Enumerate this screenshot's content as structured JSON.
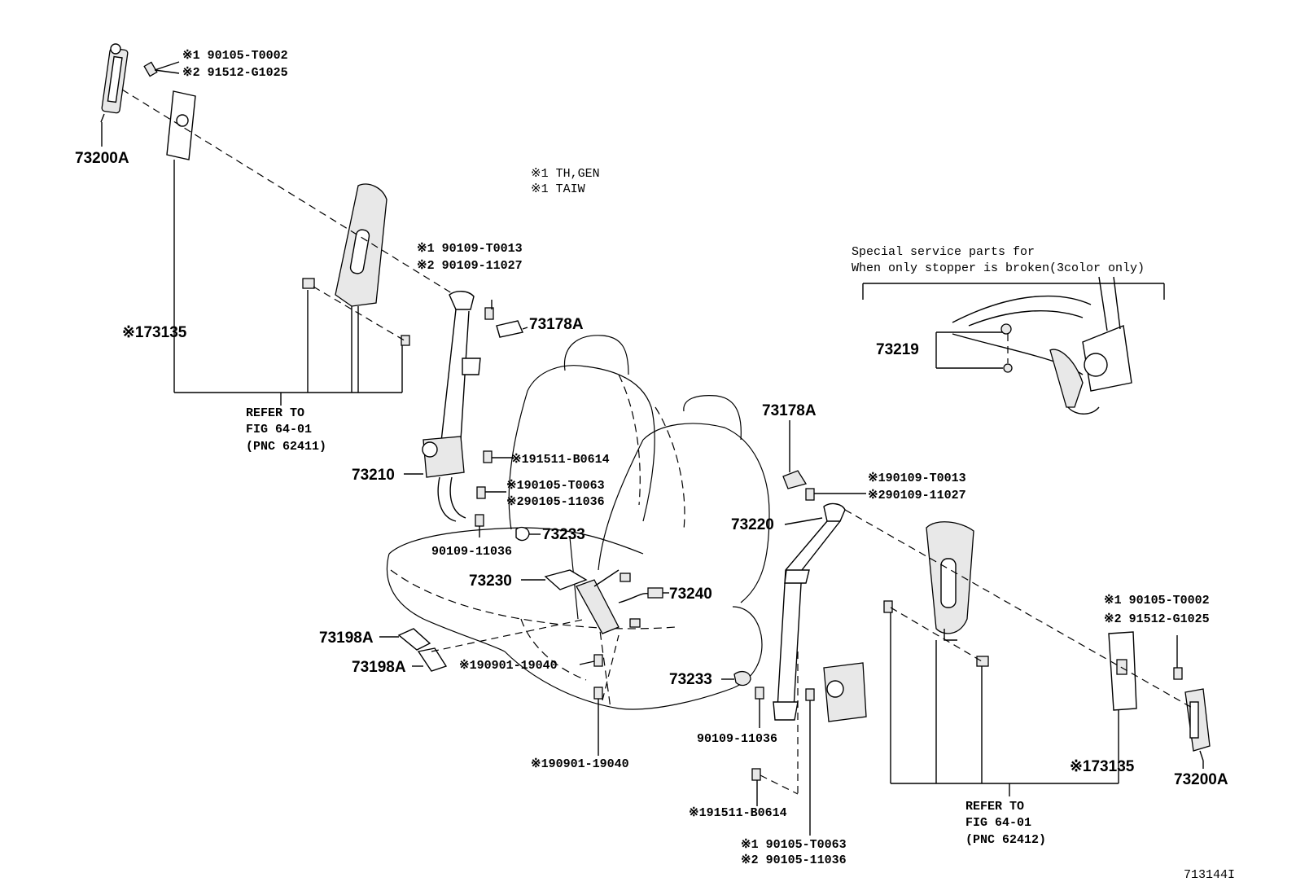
{
  "variants": {
    "v1": "※1 TH,GEN",
    "v2": "※1 TAIW"
  },
  "special_service": {
    "line1": "Special service parts for",
    "line2": "When only stopper is broken(3color only)"
  },
  "callouts": {
    "c73200A_left": "73200A",
    "c73200A_left_n1": "※1 90105-T0002",
    "c73200A_left_n2": "※2 91512-G1025",
    "c73135_left": "※173135",
    "c73178A_left": "73178A",
    "c73178A_left_n1": "※1 90109-T0013",
    "c73178A_left_n2": "※2 90109-11027",
    "refer_left_1": "REFER TO",
    "refer_left_2": "FIG 64-01",
    "refer_left_3": "(PNC 62411)",
    "c73210": "73210",
    "c73210_b1": "※191511-B0614",
    "c73210_b2": "※190105-T0063",
    "c73210_b3": "※290105-11036",
    "c73210_b4": "90109-11036",
    "c73233_left": "73233",
    "c73230": "73230",
    "c73240": "73240",
    "c73198A_1": "73198A",
    "c73198A_2": "73198A",
    "c90901_a": "※190901-19040",
    "c90901_b": "※190901-19040",
    "c73219": "73219",
    "c73178A_right": "73178A",
    "c73178A_right_n1": "※190109-T0013",
    "c73178A_right_n2": "※290109-11027",
    "c73220": "73220",
    "c73233_right": "73233",
    "c90109_right": "90109-11036",
    "c91511_right": "※191511-B0614",
    "c90105_right_1": "※1 90105-T0063",
    "c90105_right_2": "※2 90105-11036",
    "c73200A_right_n1": "※1 90105-T0002",
    "c73200A_right_n2": "※2 91512-G1025",
    "c73135_right": "※173135",
    "c73200A_right": "73200A",
    "refer_right_1": "REFER TO",
    "refer_right_2": "FIG 64-01",
    "refer_right_3": "(PNC 62412)",
    "figure_id": "713144I"
  }
}
